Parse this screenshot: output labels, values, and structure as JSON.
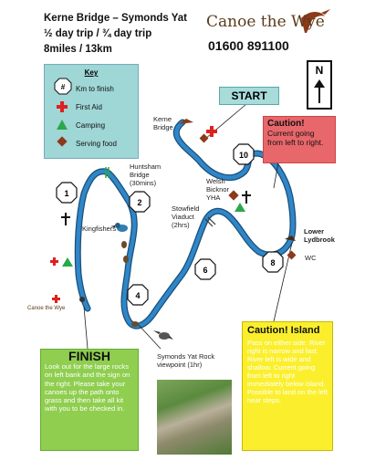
{
  "header": {
    "title": "Kerne Bridge – Symonds Yat",
    "subtitle": "½ day trip / ¾ day trip",
    "distance": "8miles / 13km",
    "brand": "Canoe the Wye",
    "phone": "01600 891100"
  },
  "key": {
    "title": "Key",
    "items": [
      {
        "symbol": "#",
        "label": "Km to finish",
        "icon": "km-marker-icon"
      },
      {
        "label": "First Aid",
        "icon": "first-aid-icon",
        "color": "#e02020"
      },
      {
        "label": "Camping",
        "icon": "camping-icon",
        "color": "#2aa84a"
      },
      {
        "label": "Serving food",
        "icon": "food-icon",
        "color": "#8b3a1a"
      }
    ]
  },
  "north": {
    "label": "N"
  },
  "start": {
    "label": "START"
  },
  "caution_current": {
    "title": "Caution!",
    "text": "Current going from left to right."
  },
  "finish": {
    "title": "FINISH",
    "text": "Look out for the large rocks on left bank and the sign on the right. Please take your canoes up the path onto grass and then take all kit with you to be checked in."
  },
  "caution_island": {
    "title": "Caution! Island",
    "text": "Pass on either side. River right is narrow and fast. River left is wide and shallow. Current going from left to right immediately below island. Possible to land on the left near steps."
  },
  "places": {
    "kerne_bridge": "Kerne Bridge",
    "huntsham": "Huntsham Bridge (30mins)",
    "kingfishers": "Kingfishers",
    "welsh_bicknor": "Welsh Bicknor YHA",
    "stowfield": "Stowfield Viaduct (2hrs)",
    "lower_lydbrook": "Lower Lydbrook",
    "wc": "WC",
    "symonds_yat": "Symonds Yat Rock viewpoint (1hr)",
    "canoe_wye_small": "Canoe the Wye"
  },
  "km_markers": [
    "10",
    "8",
    "6",
    "4",
    "2",
    "1"
  ],
  "colors": {
    "river": "#2f86c8",
    "river_edge": "#1b4f78",
    "first_aid": "#e02020",
    "camping": "#2aa84a",
    "food": "#8b3a1a"
  }
}
